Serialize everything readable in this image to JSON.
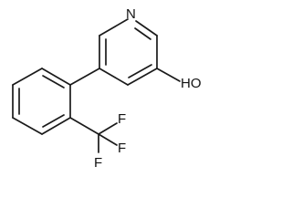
{
  "structure": {
    "atoms": {
      "nitrogen": "N",
      "hydroxyl": "HO",
      "fluorine_1": "F",
      "fluorine_2": "F",
      "fluorine_3": "F"
    }
  },
  "colors": {
    "bond": "#1a1a1a",
    "label": "#111111",
    "background": "#ffffff"
  }
}
